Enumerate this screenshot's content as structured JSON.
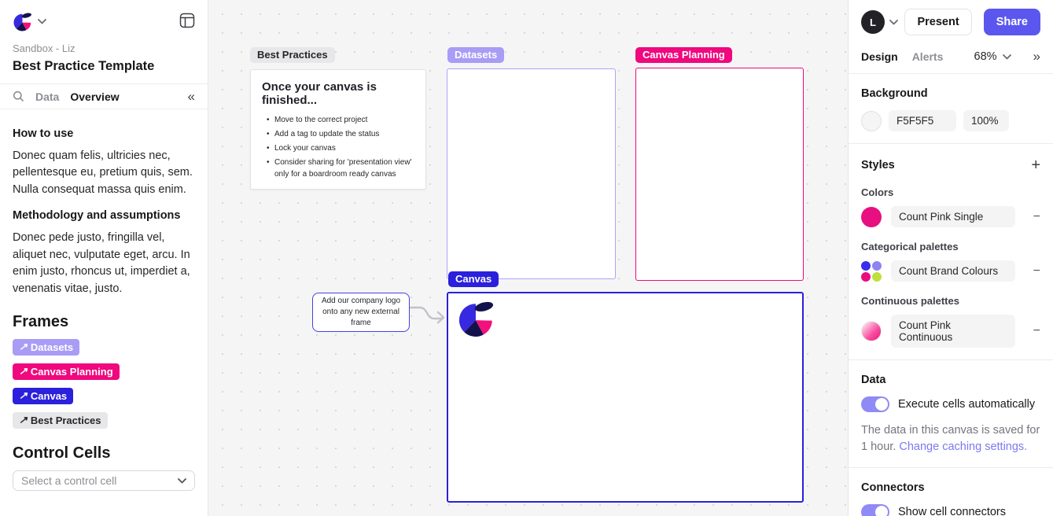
{
  "colors": {
    "canvas_background": "#F5F5F5",
    "accent_purple": "#5B57EE",
    "tag_lavender": "#A89CF6",
    "tag_pink": "#F0087E",
    "tag_blue": "#2B20DB",
    "tag_gray": "#E7E7E9",
    "toggle_on": "#8F8AF5",
    "link_purple": "#7C78F2",
    "brand_navy": "#13124D",
    "brand_blue": "#3629E0",
    "brand_pink": "#F2117C",
    "brand_lime": "#BFE03A"
  },
  "icons": {
    "arrow_up_right": "↗",
    "collapse_left": "«",
    "collapse_right": "»",
    "plus": "+",
    "minus": "−"
  },
  "left_panel": {
    "workspace": "Sandbox - Liz",
    "title": "Best Practice Template",
    "tab_data": "Data",
    "tab_overview": "Overview",
    "how_to_use_heading": "How to use",
    "how_to_use_body": "Donec quam felis, ultricies nec, pellentesque eu, pretium quis, sem. Nulla consequat massa quis enim.",
    "methodology_heading": "Methodology and assumptions",
    "methodology_body": "Donec pede justo, fringilla vel, aliquet nec, vulputate eget, arcu. In enim justo, rhoncus ut, imperdiet a, venenatis vitae, justo.",
    "frames_heading": "Frames",
    "frame_tags": [
      {
        "label": "Datasets"
      },
      {
        "label": "Canvas Planning"
      },
      {
        "label": "Canvas"
      },
      {
        "label": "Best Practices"
      }
    ],
    "control_cells_heading": "Control Cells",
    "control_cells_placeholder": "Select a control cell"
  },
  "canvas": {
    "best_practices": {
      "tag": "Best Practices",
      "title": "Once your canvas is finished...",
      "bullets": [
        "Move to the correct project",
        "Add a tag to update the status",
        "Lock your canvas",
        "Consider sharing for 'presentation view' only for a boardroom ready canvas"
      ]
    },
    "datasets_tag": "Datasets",
    "canvas_planning_tag": "Canvas Planning",
    "canvas_tag": "Canvas",
    "note": "Add our company logo onto any new external frame"
  },
  "right_panel": {
    "avatar_initial": "L",
    "present_label": "Present",
    "share_label": "Share",
    "tab_design": "Design",
    "tab_alerts": "Alerts",
    "zoom_level": "68%",
    "background": {
      "heading": "Background",
      "hex": "F5F5F5",
      "opacity": "100%"
    },
    "styles": {
      "heading": "Styles",
      "colors_label": "Colors",
      "color_name": "Count Pink Single",
      "categorical_label": "Categorical palettes",
      "categorical_name": "Count Brand Colours",
      "continuous_label": "Continuous palettes",
      "continuous_name": "Count Pink Continuous"
    },
    "data": {
      "heading": "Data",
      "toggle_label": "Execute cells automatically",
      "caching_text": "The data in this canvas is saved for 1 hour. ",
      "caching_link": "Change caching settings."
    },
    "connectors": {
      "heading": "Connectors",
      "toggle_label": "Show cell connectors"
    }
  }
}
